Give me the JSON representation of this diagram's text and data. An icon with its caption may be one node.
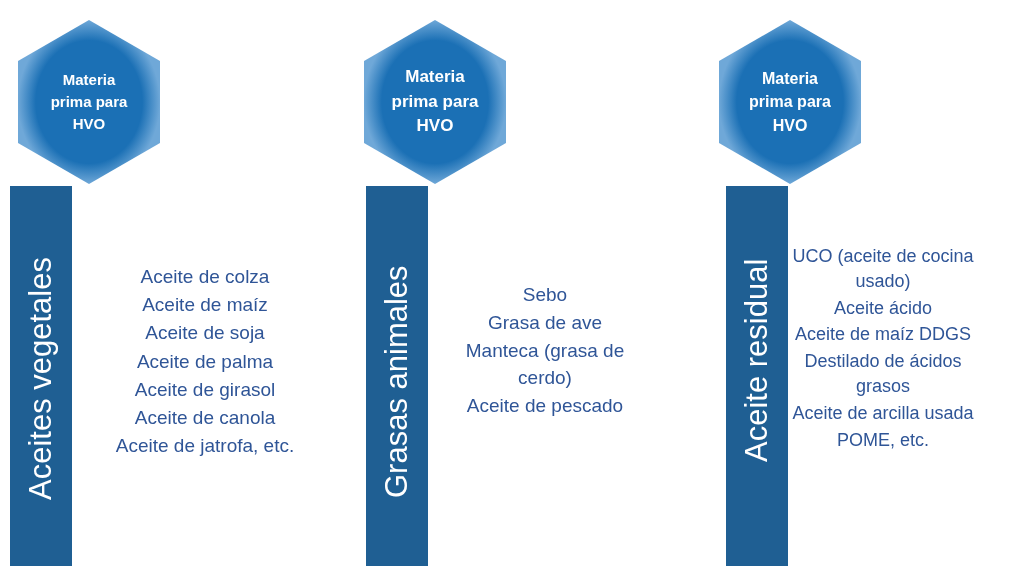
{
  "diagram": {
    "nodes": [
      {
        "text": [
          "Materia prima para HVO"
        ]
      },
      {
        "text": [
          "Aceites vegetales"
        ]
      },
      {
        "text": [
          "Materia prima para HVO"
        ]
      },
      {
        "text": [
          "Grasas animales"
        ]
      },
      {
        "text": [
          "Materia prima para HVO"
        ]
      },
      {
        "text": [
          "Aceite residual"
        ]
      }
    ],
    "edges": [],
    "labels": [
      "Aceite de colza",
      "Aceite de maíz",
      "Aceite de soja",
      "Aceite de palma",
      "Aceite de girasol",
      "Aceite de canola",
      "Aceite de jatrofa, etc.",
      "Sebo",
      "Grasa de ave",
      "Manteca (grasa de cerdo)",
      "Aceite de pescado",
      "UCO (aceite de cocina usado)",
      "Aceite ácido",
      "Aceite de maíz DDGS",
      "Destilado de ácidos grasos",
      "Aceite de arcilla usada",
      "POME, etc."
    ]
  }
}
